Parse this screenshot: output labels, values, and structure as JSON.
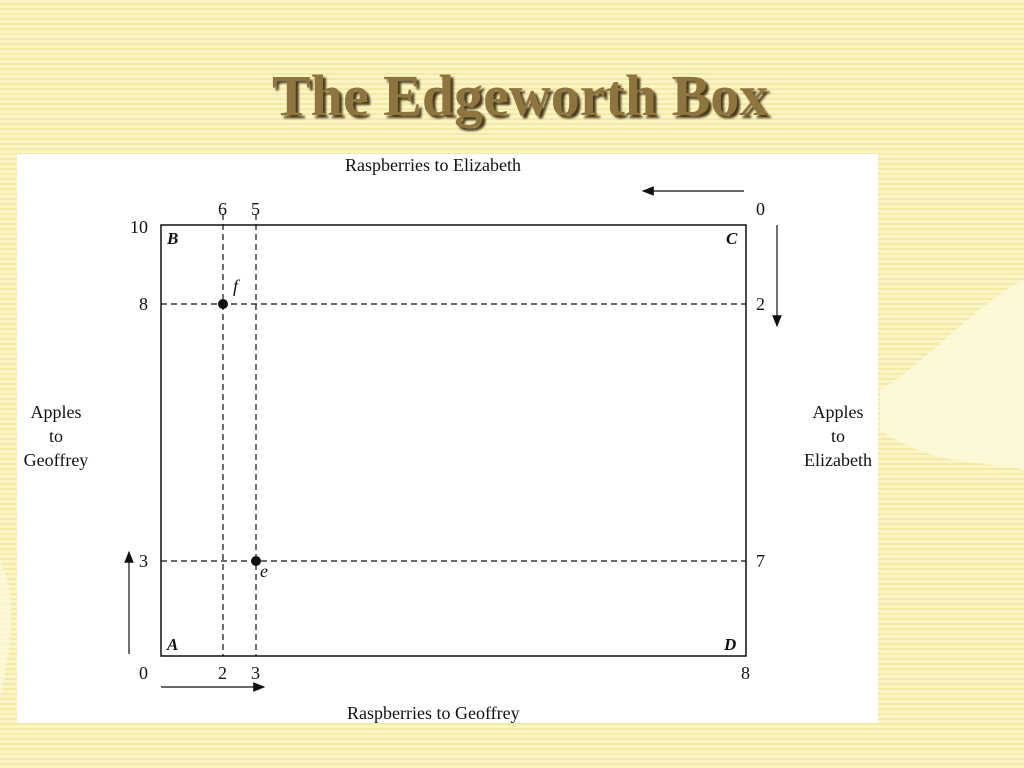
{
  "slide": {
    "title": "The Edgeworth Box"
  },
  "diagram": {
    "top_label": "Raspberries to Elizabeth",
    "bottom_label": "Raspberries to Geoffrey",
    "left_label": [
      "Apples",
      "to",
      "Geoffrey"
    ],
    "right_label": [
      "Apples",
      "to",
      "Elizabeth"
    ],
    "corners": {
      "bottom_left": "A",
      "top_left": "B",
      "top_right": "C",
      "bottom_right": "D"
    },
    "bottom_ticks": [
      "0",
      "2",
      "3",
      "8"
    ],
    "top_ticks": [
      "6",
      "5",
      "0"
    ],
    "left_ticks": [
      "10",
      "8",
      "3"
    ],
    "right_ticks": [
      "2",
      "7"
    ],
    "points": [
      {
        "label": "e",
        "raspberries_geoffrey": 3,
        "apples_geoffrey": 3,
        "raspberries_elizabeth": 5,
        "apples_elizabeth": 7
      },
      {
        "label": "f",
        "raspberries_geoffrey": 2,
        "apples_geoffrey": 8,
        "raspberries_elizabeth": 6,
        "apples_elizabeth": 2
      }
    ],
    "box": {
      "raspberries_total": 8,
      "apples_total": 10
    }
  },
  "colors": {
    "background": "#fbf4c4",
    "title": "#8e7540",
    "ink": "#111111"
  }
}
